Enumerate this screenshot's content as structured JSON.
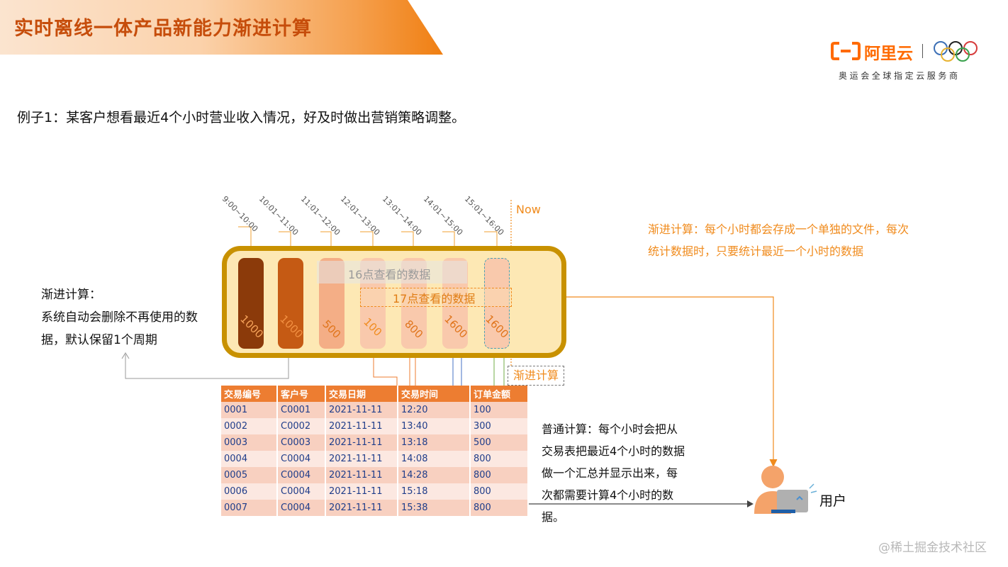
{
  "header": {
    "title": "实时离线一体产品新能力渐进计算",
    "logo_text": "阿里云",
    "logo_subtitle": "奥运会全球指定云服务商"
  },
  "intro": "例子1：某客户想看最近4个小时营业收入情况，好及时做出营销策略调整。",
  "left_note": {
    "line1": "渐进计算：",
    "line2": "系统自动会删除不再使用的数",
    "line3": "据，默认保留1个周期"
  },
  "right_note": {
    "line1": "渐进计算：每个小时都会存成一个单独的文件，每次",
    "line2": "统计数据时，只要统计最近一个小时的数据"
  },
  "mid_note": {
    "line1": "普通计算：每个小时会把从",
    "line2": "交易表把最近4个小时的数据",
    "line3": "做一个汇总并显示出来，每",
    "line4": "次都需要计算4个小时的数",
    "line5": "据。"
  },
  "time_slots": [
    "9:00~10:00",
    "10:01~11:00",
    "11:01~12:00",
    "12:01~13:00",
    "13:01~14:00",
    "14:01~15:00",
    "15:01~16:00"
  ],
  "bars": [
    {
      "value": "1000",
      "color": "#8b3a0a",
      "text_color": "#f6a35a"
    },
    {
      "value": "1000",
      "color": "#c55a14",
      "text_color": "#f29042"
    },
    {
      "value": "500",
      "color": "#f4ae86",
      "text_color": "#e0741a"
    },
    {
      "value": "100",
      "color": "#f9c9ac",
      "text_color": "#f08b1d"
    },
    {
      "value": "800",
      "color": "#f9c9ac",
      "text_color": "#e0741a"
    },
    {
      "value": "1600",
      "color": "#f9c9ac",
      "text_color": "#e0741a"
    },
    {
      "value": "1600",
      "color": "#f9c9ac",
      "text_color": "#e0741a"
    }
  ],
  "window16": "16点查看的数据",
  "window17": "17点查看的数据",
  "now_label": "Now",
  "incremental_tag": "渐进计算",
  "table": {
    "headers": [
      "交易编号",
      "客户号",
      "交易日期",
      "交易时间",
      "订单金额"
    ],
    "rows": [
      [
        "0001",
        "C0001",
        "2021-11-11",
        "12:20",
        "100"
      ],
      [
        "0002",
        "C0002",
        "2021-11-11",
        "13:40",
        "300"
      ],
      [
        "0003",
        "C0003",
        "2021-11-11",
        "13:18",
        "500"
      ],
      [
        "0004",
        "C0004",
        "2021-11-11",
        "14:08",
        "800"
      ],
      [
        "0005",
        "C0004",
        "2021-11-11",
        "14:28",
        "800"
      ],
      [
        "0006",
        "C0004",
        "2021-11-11",
        "15:18",
        "800"
      ],
      [
        "0007",
        "C0004",
        "2021-11-11",
        "15:38",
        "800"
      ]
    ]
  },
  "user_label": "用户",
  "watermark": "@稀土掘金技术社区",
  "colors": {
    "accent": "#f08b1d",
    "brand": "#ff6a00",
    "capsule_border": "#c89100"
  }
}
